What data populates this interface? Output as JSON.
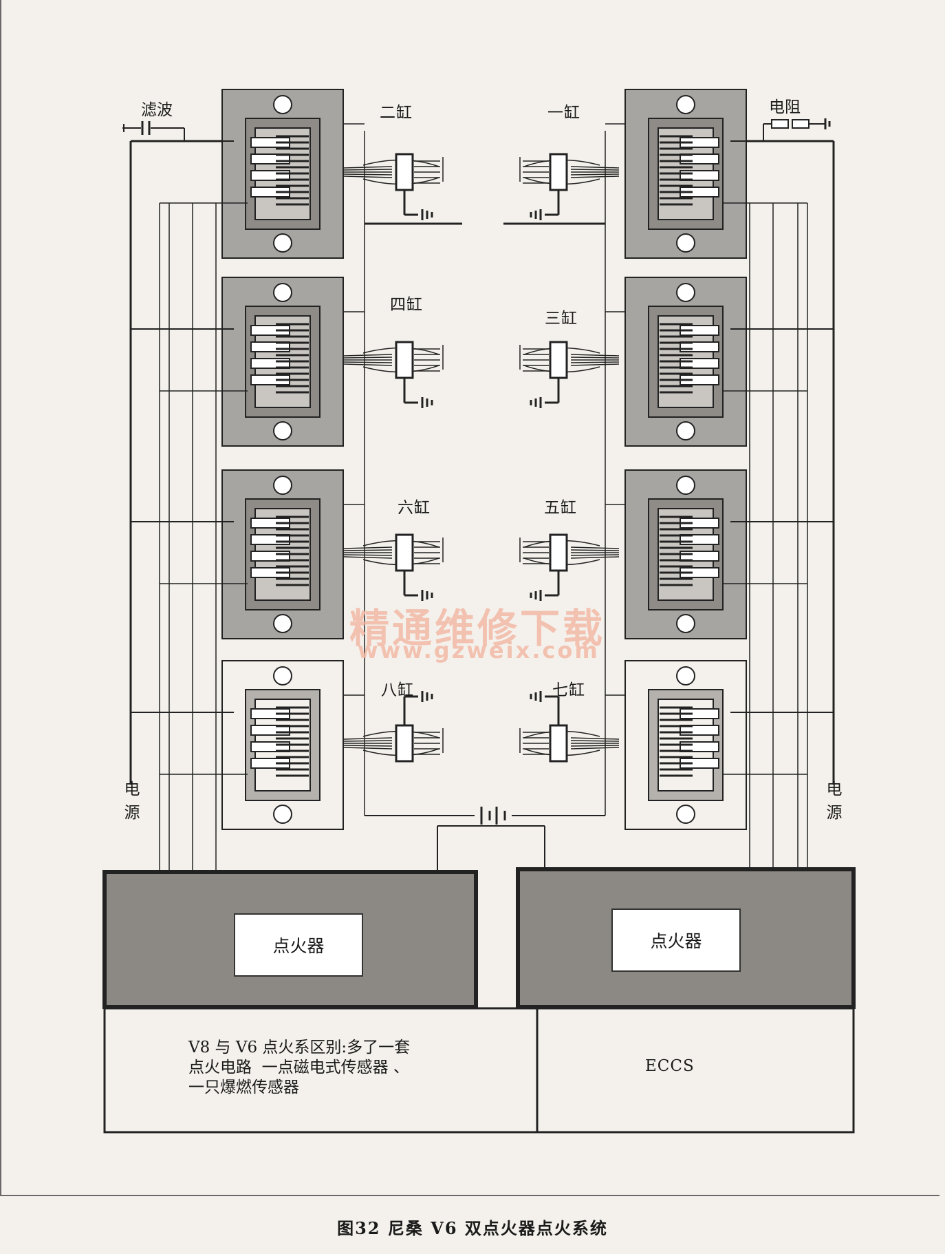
{
  "labels": {
    "filter": "滤波",
    "resistor": "电阻",
    "power_left": [
      "电",
      "源"
    ],
    "power_right": [
      "电",
      "源"
    ],
    "cylinders": {
      "c1": "一缸",
      "c2": "二缸",
      "c3": "三缸",
      "c4": "四缸",
      "c5": "五缸",
      "c6": "六缸",
      "c7": "七缸",
      "c8": "八缸"
    },
    "igniter_left": "点火器",
    "igniter_right": "点火器",
    "note_lines": [
      "V8 与 V6 点火系区别:多了一套",
      "点火电路  一点磁电式传感器 、",
      "一只爆燃传感器"
    ],
    "eccs": "ECCS"
  },
  "watermark": {
    "text": "精通维修下载",
    "url": "www.gzweix.com"
  },
  "caption": "图32    尼桑 V6 双点火器点火系统",
  "colors": {
    "coil_fill": "#a7a5a2",
    "igniter_fill": "#8c8883",
    "line": "#222222",
    "watermark": "#f2b9a6"
  }
}
